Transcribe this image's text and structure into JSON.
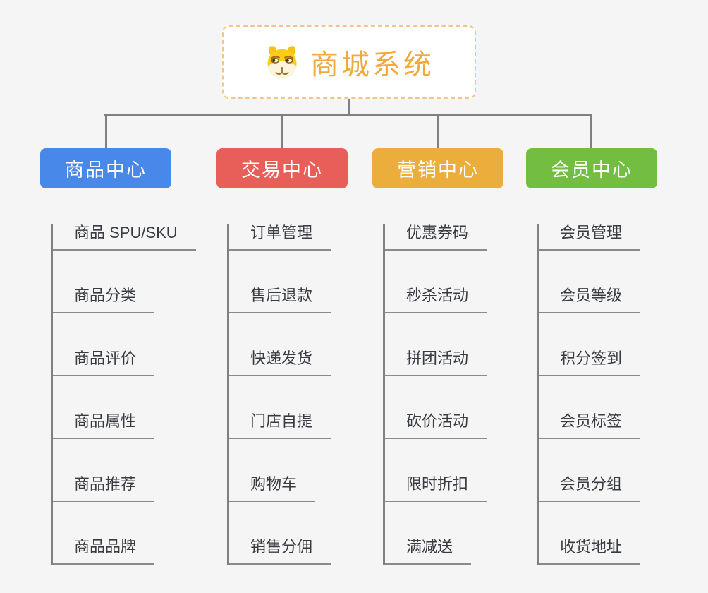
{
  "app": {
    "background_color": "#F5F5F6",
    "connector_color": "#808080"
  },
  "root": {
    "title": "商城系统",
    "title_color": "#F0A93F",
    "border_color": "#F3C582",
    "icon": "doge-icon"
  },
  "branches": [
    {
      "label": "商品中心",
      "color": "#4788E8",
      "items": [
        "商品 SPU/SKU",
        "商品分类",
        "商品评价",
        "商品属性",
        "商品推荐",
        "商品品牌"
      ]
    },
    {
      "label": "交易中心",
      "color": "#E75F58",
      "items": [
        "订单管理",
        "售后退款",
        "快递发货",
        "门店自提",
        "购物车",
        "销售分佣"
      ]
    },
    {
      "label": "营销中心",
      "color": "#EBAE3C",
      "items": [
        "优惠券码",
        "秒杀活动",
        "拼团活动",
        "砍价活动",
        "限时折扣",
        "满减送"
      ]
    },
    {
      "label": "会员中心",
      "color": "#73BE41",
      "items": [
        "会员管理",
        "会员等级",
        "积分签到",
        "会员标签",
        "会员分组",
        "收货地址"
      ]
    }
  ],
  "leaf_style": {
    "text_color": "#383C41",
    "underline_color": "#8A8A8A"
  }
}
